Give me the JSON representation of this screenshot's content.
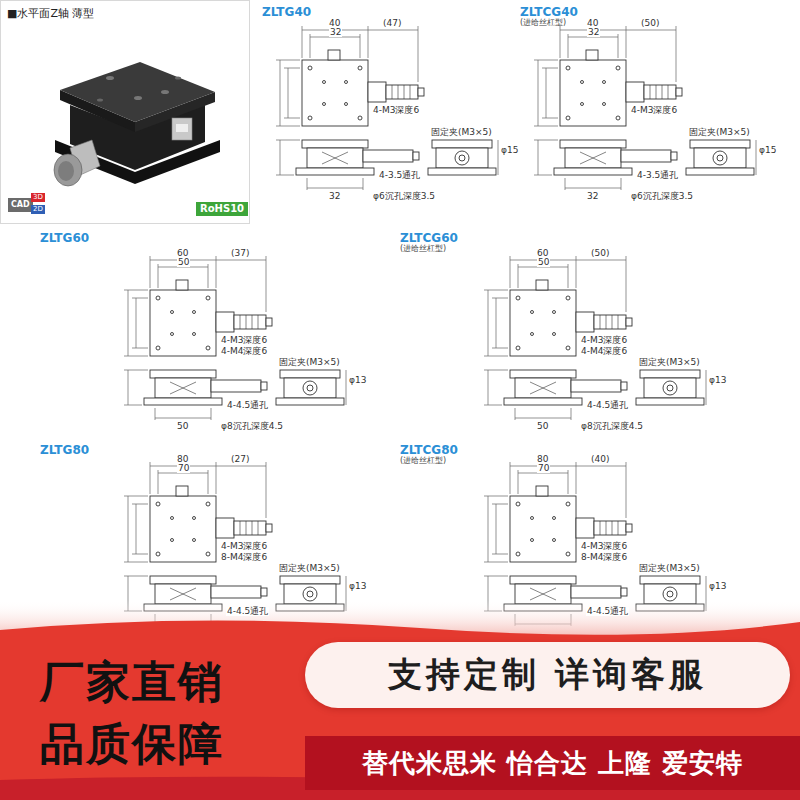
{
  "diagram": {
    "nodes": [
      {
        "text": [
          "■水平面Z轴 薄型"
        ]
      },
      {
        "text": [
          "支持定制 详询客服"
        ]
      },
      {
        "text": [
          "替代米思米 怡合达 上隆 爱安特"
        ]
      }
    ],
    "labels": [
      "CAD",
      "3D",
      "2D",
      "RoHS10",
      "ZLTG40",
      "40",
      "(47)",
      "32",
      "4-M3深度6",
      "固定夹(M3×5)",
      "φ15",
      "4-3.5通孔",
      "32",
      "φ6沉孔深度3.5",
      "ZLTCG40",
      "(进给丝杠型)",
      "40",
      "(50)",
      "32",
      "4-M3深度6",
      "固定夹(M3×5)",
      "φ15",
      "4-3.5通孔",
      "32",
      "φ6沉孔深度3.5",
      "ZLTG60",
      "60",
      "(37)",
      "50",
      "4-M3深度6",
      "4-M4深度6",
      "固定夹(M3×5)",
      "φ13",
      "4-4.5通孔",
      "50",
      "φ8沉孔深度4.5",
      "ZLTCG60",
      "(进给丝杠型)",
      "60",
      "(50)",
      "50",
      "4-M3深度6",
      "4-M4深度6",
      "固定夹(M3×5)",
      "φ13",
      "4-4.5通孔",
      "50",
      "φ8沉孔深度4.5",
      "ZLTG80",
      "80",
      "(27)",
      "70",
      "4-M3深度6",
      "8-M4深度6",
      "固定夹(M3×5)",
      "φ13",
      "4-4.5通孔",
      "ZLTCG80",
      "(进给丝杠型)",
      "80",
      "(40)",
      "70",
      "4-M3深度6",
      "8-M4深度6",
      "固定夹(M3×5)",
      "φ13",
      "4-4.5通孔",
      "厂家直销",
      "品质保障"
    ]
  }
}
